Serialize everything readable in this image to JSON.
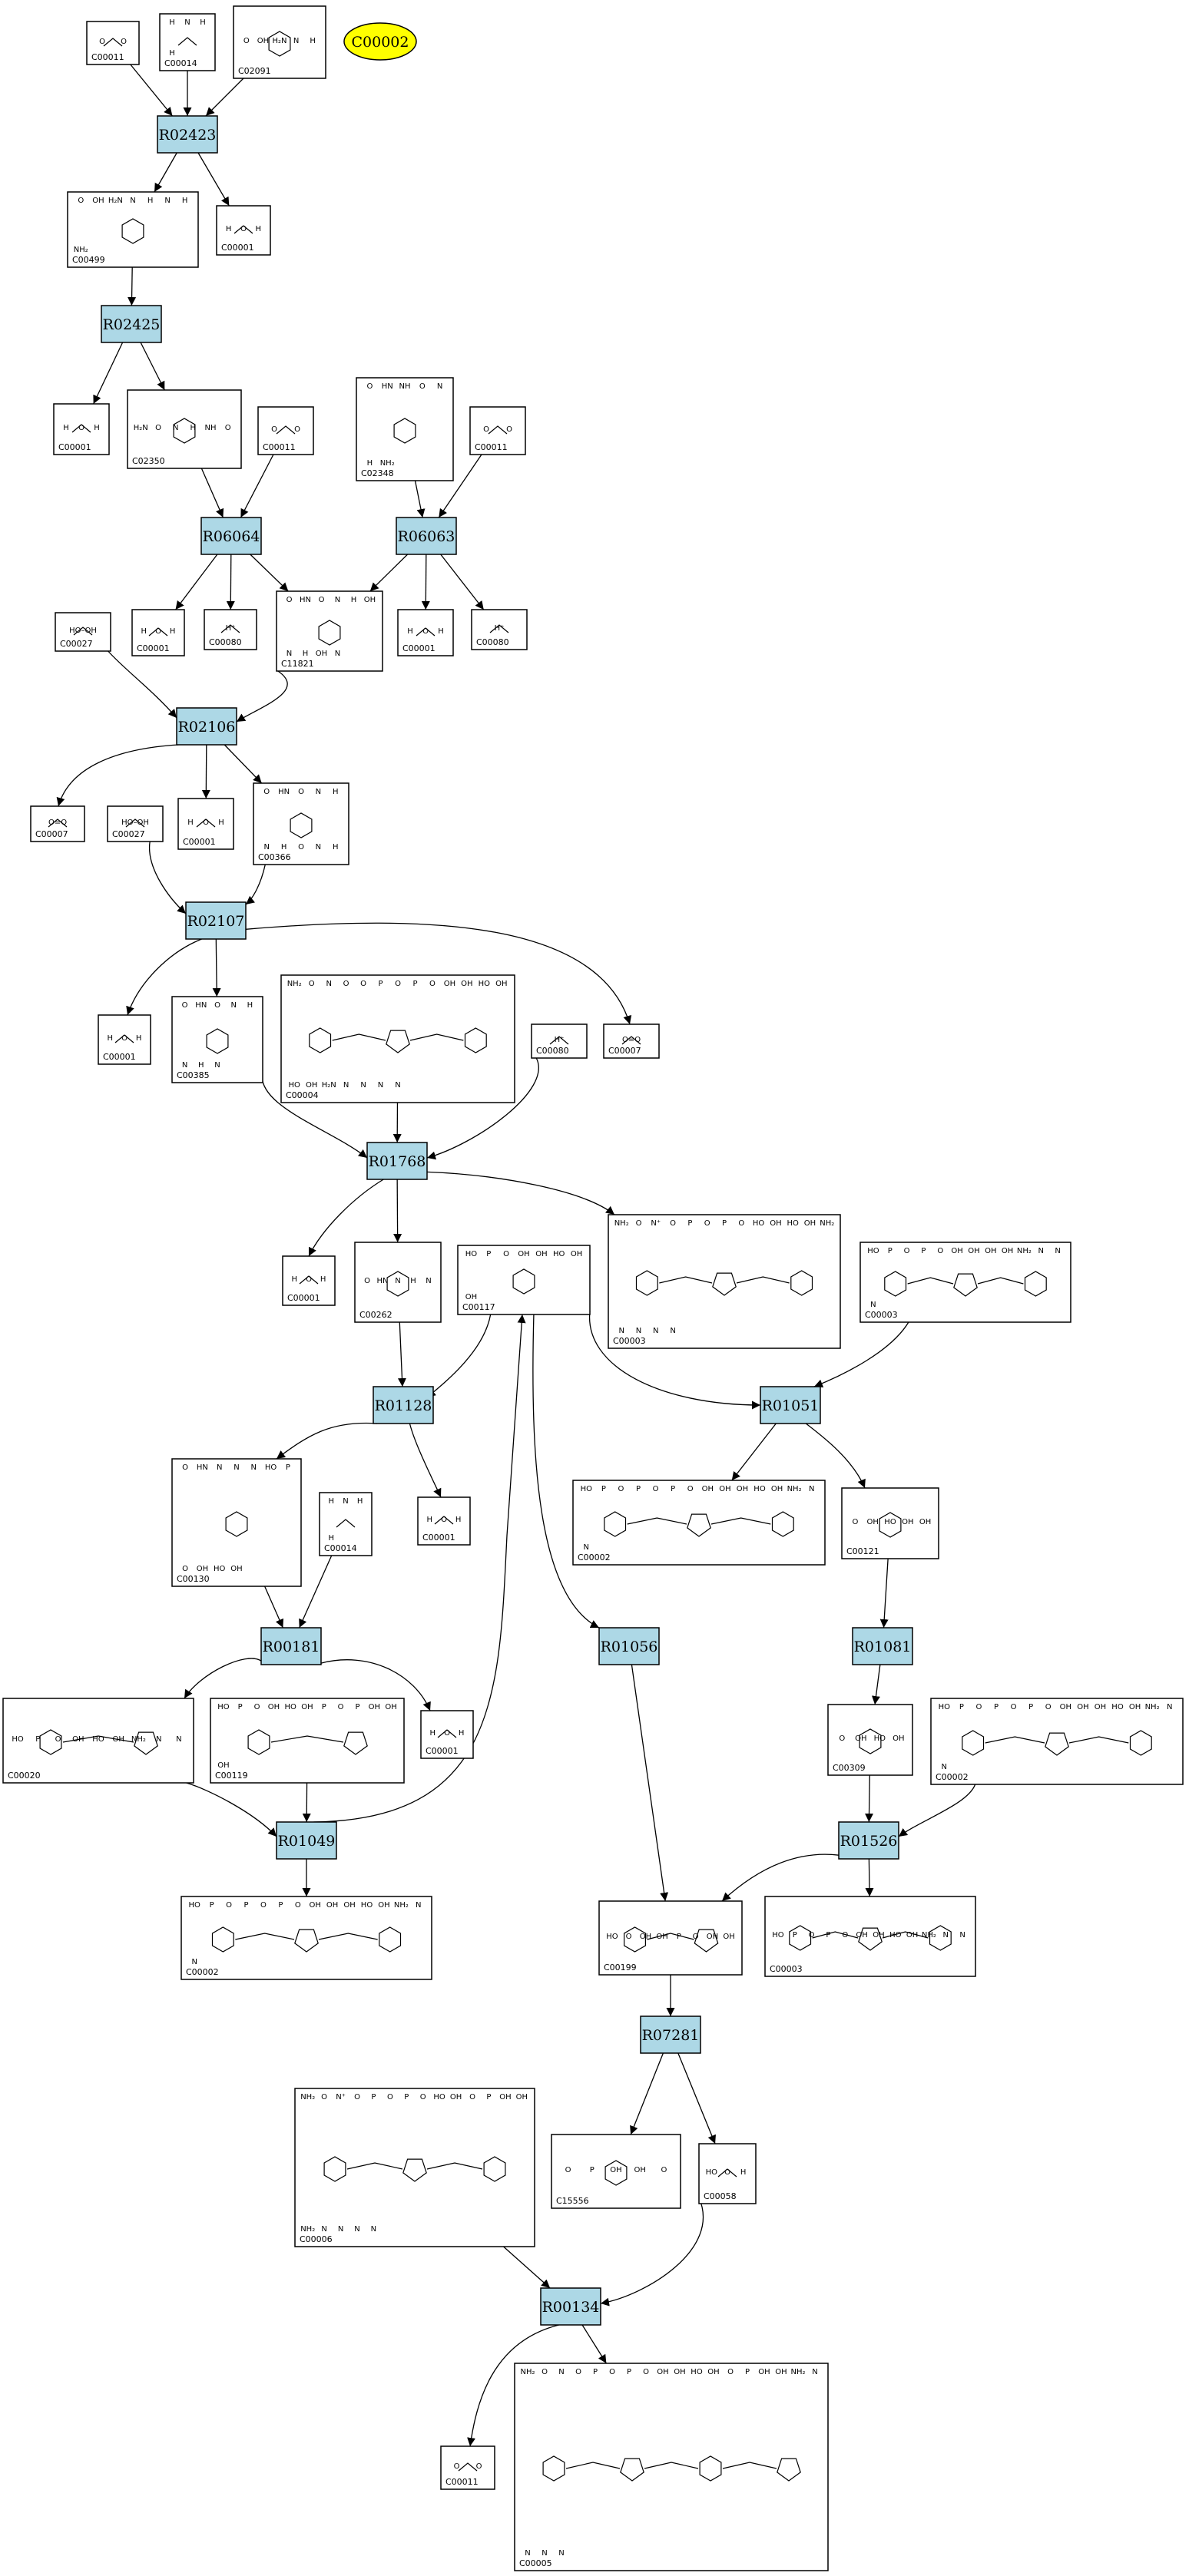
{
  "compounds": {
    "c_tl_11": {
      "label": "C00011",
      "atoms": [
        "O",
        "O"
      ]
    },
    "c_tl_14": {
      "label": "C00014",
      "atoms": [
        "H",
        "N",
        "H",
        "H"
      ]
    },
    "c_tl_2091": {
      "label": "C02091",
      "atoms": [
        "O",
        "OH",
        "H₂N",
        "N",
        "H"
      ]
    },
    "c00499": {
      "label": "C00499",
      "atoms": [
        "O",
        "OH",
        "H₂N",
        "N",
        "H",
        "N",
        "H",
        "NH₂"
      ]
    },
    "c00001_a": {
      "label": "C00001",
      "atoms": [
        "H",
        "O",
        "H"
      ]
    },
    "c00001_b": {
      "label": "C00001",
      "atoms": [
        "H",
        "O",
        "H"
      ]
    },
    "c02350": {
      "label": "C02350",
      "atoms": [
        "H₂N",
        "O",
        "N",
        "H",
        "NH",
        "O"
      ]
    },
    "c00011_b": {
      "label": "C00011",
      "atoms": [
        "O",
        "O"
      ]
    },
    "c02348": {
      "label": "C02348",
      "atoms": [
        "O",
        "HN",
        "NH",
        "O",
        "N",
        "H",
        "NH₂"
      ]
    },
    "c00011_c": {
      "label": "C00011",
      "atoms": [
        "O",
        "O"
      ]
    },
    "c00027_a": {
      "label": "C00027",
      "atoms": [
        "HO–OH"
      ]
    },
    "c00001_c": {
      "label": "C00001",
      "atoms": [
        "H",
        "O",
        "H"
      ]
    },
    "c00080_a": {
      "label": "C00080",
      "atoms": [
        "H⁺"
      ]
    },
    "c11821": {
      "label": "C11821",
      "atoms": [
        "O",
        "HN",
        "O",
        "N",
        "H",
        "OH",
        "N",
        "H",
        "OH",
        "N"
      ]
    },
    "c00001_d": {
      "label": "C00001",
      "atoms": [
        "H",
        "O",
        "H"
      ]
    },
    "c00080_b": {
      "label": "C00080",
      "atoms": [
        "H⁺"
      ]
    },
    "c00007_a": {
      "label": "C00007",
      "atoms": [
        "O=O"
      ]
    },
    "c00027_b": {
      "label": "C00027",
      "atoms": [
        "HO–OH"
      ]
    },
    "c00001_e": {
      "label": "C00001",
      "atoms": [
        "H",
        "O",
        "H"
      ]
    },
    "c00366": {
      "label": "C00366",
      "atoms": [
        "O",
        "HN",
        "O",
        "N",
        "H",
        "N",
        "H",
        "O",
        "N",
        "H"
      ]
    },
    "c00001_f": {
      "label": "C00001",
      "atoms": [
        "H",
        "O",
        "H"
      ]
    },
    "c00385": {
      "label": "C00385",
      "atoms": [
        "O",
        "HN",
        "O",
        "N",
        "H",
        "N",
        "H",
        "N"
      ]
    },
    "c00004": {
      "label": "C00004",
      "atoms": [
        "NH₂",
        "O",
        "N",
        "O",
        "O",
        "P",
        "O",
        "P",
        "O",
        "OH",
        "OH",
        "HO",
        "OH",
        "HO",
        "OH",
        "H₂N",
        "N",
        "N",
        "N",
        "N"
      ]
    },
    "c00080_c": {
      "label": "C00080",
      "atoms": [
        "H⁺"
      ]
    },
    "c00007_b": {
      "label": "C00007",
      "atoms": [
        "O=O"
      ]
    },
    "c00001_g": {
      "label": "C00001",
      "atoms": [
        "H",
        "O",
        "H"
      ]
    },
    "c00262": {
      "label": "C00262",
      "atoms": [
        "O",
        "HN",
        "N",
        "H",
        "N"
      ]
    },
    "c00117": {
      "label": "C00117",
      "atoms": [
        "HO",
        "P",
        "O",
        "OH",
        "OH",
        "HO",
        "OH",
        "OH"
      ]
    },
    "c00003_a": {
      "label": "C00003",
      "atoms": [
        "NH₂",
        "O",
        "N⁺",
        "O",
        "P",
        "O",
        "P",
        "O",
        "HO",
        "OH",
        "HO",
        "OH",
        "NH₂",
        "N",
        "N",
        "N",
        "N"
      ]
    },
    "c00003_b": {
      "label": "C00003",
      "atoms": [
        "HO",
        "P",
        "O",
        "P",
        "O",
        "OH",
        "OH",
        "OH",
        "OH",
        "NH₂",
        "N",
        "N",
        "N"
      ]
    },
    "c00130": {
      "label": "C00130",
      "atoms": [
        "O",
        "HN",
        "N",
        "N",
        "N",
        "HO",
        "P",
        "O",
        "OH",
        "HO",
        "OH"
      ]
    },
    "c00014_b": {
      "label": "C00014",
      "atoms": [
        "H",
        "N",
        "H",
        "H"
      ]
    },
    "c00001_h": {
      "label": "C00001",
      "atoms": [
        "H",
        "O",
        "H"
      ]
    },
    "c00002_a": {
      "label": "C00002",
      "atoms": [
        "HO",
        "P",
        "O",
        "P",
        "O",
        "P",
        "O",
        "OH",
        "OH",
        "OH",
        "HO",
        "OH",
        "NH₂",
        "N",
        "N"
      ]
    },
    "c00121": {
      "label": "C00121",
      "atoms": [
        "O",
        "OH",
        "HO",
        "OH",
        "OH"
      ]
    },
    "c00020": {
      "label": "C00020",
      "atoms": [
        "HO",
        "P",
        "O",
        "OH",
        "HO",
        "OH",
        "NH₂",
        "N",
        "N"
      ]
    },
    "c00119": {
      "label": "C00119",
      "atoms": [
        "HO",
        "P",
        "O",
        "OH",
        "HO",
        "OH",
        "P",
        "O",
        "P",
        "OH",
        "OH",
        "OH"
      ]
    },
    "c00001_i": {
      "label": "C00001",
      "atoms": [
        "H",
        "O",
        "H"
      ]
    },
    "c00309": {
      "label": "C00309",
      "atoms": [
        "O",
        "OH",
        "HO",
        "OH"
      ]
    },
    "c00002_b": {
      "label": "C00002",
      "atoms": [
        "HO",
        "P",
        "O",
        "P",
        "O",
        "P",
        "O",
        "OH",
        "OH",
        "OH",
        "HO",
        "OH",
        "NH₂",
        "N",
        "N"
      ]
    },
    "c00002_c": {
      "label": "C00002",
      "atoms": [
        "HO",
        "P",
        "O",
        "P",
        "O",
        "P",
        "O",
        "OH",
        "OH",
        "OH",
        "HO",
        "OH",
        "NH₂",
        "N",
        "N"
      ]
    },
    "c00199": {
      "label": "C00199",
      "atoms": [
        "HO",
        "O",
        "OH",
        "OH",
        "P",
        "O",
        "OH",
        "OH"
      ]
    },
    "c00003_c": {
      "label": "C00003",
      "atoms": [
        "HO",
        "P",
        "O",
        "P",
        "O",
        "OH",
        "OH",
        "HO",
        "OH",
        "NH₂",
        "N",
        "N"
      ]
    },
    "c00006": {
      "label": "C00006",
      "atoms": [
        "NH₂",
        "O",
        "N⁺",
        "O",
        "P",
        "O",
        "P",
        "O",
        "HO",
        "OH",
        "O",
        "P",
        "OH",
        "OH",
        "NH₂",
        "N",
        "N",
        "N",
        "N"
      ]
    },
    "c15556": {
      "label": "C15556",
      "atoms": [
        "O",
        "P",
        "OH",
        "OH",
        "O"
      ]
    },
    "c00058": {
      "label": "C00058",
      "atoms": [
        "HO",
        "O",
        "H"
      ]
    },
    "c00011_d": {
      "label": "C00011",
      "atoms": [
        "O",
        "O"
      ]
    },
    "c00005": {
      "label": "C00005",
      "atoms": [
        "NH₂",
        "O",
        "N",
        "O",
        "P",
        "O",
        "P",
        "O",
        "OH",
        "OH",
        "HO",
        "OH",
        "O",
        "P",
        "OH",
        "OH",
        "NH₂",
        "N",
        "N",
        "N",
        "N"
      ]
    }
  },
  "reactions": {
    "r02423": "R02423",
    "r02425": "R02425",
    "r06064": "R06064",
    "r06063": "R06063",
    "r02106": "R02106",
    "r02107": "R02107",
    "r01768": "R01768",
    "r01128": "R01128",
    "r01051": "R01051",
    "r00181": "R00181",
    "r01056": "R01056",
    "r01081": "R01081",
    "r01049": "R01049",
    "r01526": "R01526",
    "r07281": "R07281",
    "r00134": "R00134"
  },
  "highlight": {
    "label": "C00002",
    "fill": "#ffff00"
  },
  "colors": {
    "reaction_fill": "#add8e6",
    "edge": "#000000",
    "compound_fill": "#ffffff"
  },
  "edges": [
    [
      "c_tl_11",
      "r02423"
    ],
    [
      "c_tl_14",
      "r02423"
    ],
    [
      "c_tl_2091",
      "r02423"
    ],
    [
      "r02423",
      "c00499"
    ],
    [
      "r02423",
      "c00001_a"
    ],
    [
      "c00499",
      "r02425"
    ],
    [
      "r02425",
      "c00001_b"
    ],
    [
      "r02425",
      "c02350"
    ],
    [
      "c02350",
      "r06064"
    ],
    [
      "c00011_b",
      "r06064"
    ],
    [
      "c02348",
      "r06063"
    ],
    [
      "c00011_c",
      "r06063"
    ],
    [
      "r06064",
      "c00001_c"
    ],
    [
      "r06064",
      "c00080_a"
    ],
    [
      "r06064",
      "c11821"
    ],
    [
      "r06063",
      "c11821"
    ],
    [
      "r06063",
      "c00001_d"
    ],
    [
      "r06063",
      "c00080_b"
    ],
    [
      "c00027_a",
      "r02106"
    ],
    [
      "c11821",
      "r02106"
    ],
    [
      "r02106",
      "c00007_a"
    ],
    [
      "r02106",
      "c00001_e"
    ],
    [
      "r02106",
      "c00366"
    ],
    [
      "c00027_b",
      "r02107"
    ],
    [
      "c00366",
      "r02107"
    ],
    [
      "r02107",
      "c00001_f"
    ],
    [
      "r02107",
      "c00385"
    ],
    [
      "r02107",
      "c00007_b"
    ],
    [
      "c00385",
      "r01768"
    ],
    [
      "c00004",
      "r01768"
    ],
    [
      "c00080_c",
      "r01768"
    ],
    [
      "r01768",
      "c00001_g"
    ],
    [
      "r01768",
      "c00262"
    ],
    [
      "r01768",
      "c00003_a"
    ],
    [
      "c00262",
      "r01128"
    ],
    [
      "c00117",
      "r01128"
    ],
    [
      "c00117",
      "r01051"
    ],
    [
      "c00003_b",
      "r01051"
    ],
    [
      "r01128",
      "c00130"
    ],
    [
      "r01128",
      "c00001_h"
    ],
    [
      "r01051",
      "c00002_a"
    ],
    [
      "r01051",
      "c00121"
    ],
    [
      "c00130",
      "r00181"
    ],
    [
      "c00014_b",
      "r00181"
    ],
    [
      "r00181",
      "c00020"
    ],
    [
      "r00181",
      "c00001_i"
    ],
    [
      "c00121",
      "r01081"
    ],
    [
      "r01081",
      "c00309"
    ],
    [
      "c00020",
      "r01049"
    ],
    [
      "c00119",
      "r01049"
    ],
    [
      "r01049",
      "c00117"
    ],
    [
      "r01049",
      "c00002_b"
    ],
    [
      "c00117",
      "r01056"
    ],
    [
      "r01056",
      "c00199"
    ],
    [
      "c00309",
      "r01526"
    ],
    [
      "c00002_c",
      "r01526"
    ],
    [
      "r01526",
      "c00199"
    ],
    [
      "r01526",
      "c00003_c"
    ],
    [
      "c00199",
      "r07281"
    ],
    [
      "r07281",
      "c15556"
    ],
    [
      "r07281",
      "c00058"
    ],
    [
      "c00006",
      "r00134"
    ],
    [
      "c00058",
      "r00134"
    ],
    [
      "r00134",
      "c00011_d"
    ],
    [
      "r00134",
      "c00005"
    ]
  ]
}
